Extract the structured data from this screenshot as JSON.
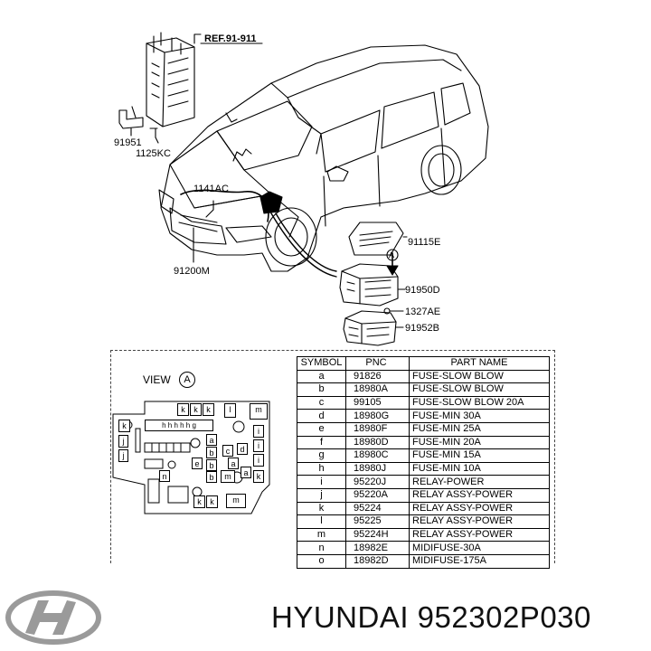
{
  "callouts": {
    "ref": "REF.91-911",
    "bracket": "91951",
    "bolt": "1125KC",
    "engine_harness": "1141AC",
    "front_harness": "91200M",
    "cover": "91115E",
    "junction_box": "91950D",
    "nut": "1327AE",
    "lower_box": "91952B"
  },
  "view": {
    "label": "VIEW",
    "letter": "A",
    "arrow_letter": "A"
  },
  "box_labels": {
    "k1": "k",
    "k2": "k",
    "k3": "k",
    "l1": "l",
    "m1": "m",
    "k4": "k",
    "j1": "j",
    "j2": "j",
    "i1": "i",
    "i2": "i",
    "i3": "i",
    "k5": "k",
    "a1": "a",
    "b1": "b",
    "c1": "c",
    "d1": "d",
    "e1": "e",
    "b2": "b",
    "a2": "a",
    "b3": "b",
    "a3": "a",
    "h_row": "h h h h h g",
    "k6": "k",
    "k7": "k",
    "m2": "m",
    "m3": "m",
    "n1": "n"
  },
  "parts_table": {
    "headers": [
      "SYMBOL",
      "PNC",
      "PART NAME"
    ],
    "rows": [
      [
        "a",
        "91826",
        "FUSE-SLOW BLOW"
      ],
      [
        "b",
        "18980A",
        "FUSE-SLOW BLOW"
      ],
      [
        "c",
        "99105",
        "FUSE-SLOW BLOW 20A"
      ],
      [
        "d",
        "18980G",
        "FUSE-MIN 30A"
      ],
      [
        "e",
        "18980F",
        "FUSE-MIN 25A"
      ],
      [
        "f",
        "18980D",
        "FUSE-MIN 20A"
      ],
      [
        "g",
        "18980C",
        "FUSE-MIN 15A"
      ],
      [
        "h",
        "18980J",
        "FUSE-MIN 10A"
      ],
      [
        "i",
        "95220J",
        "RELAY-POWER"
      ],
      [
        "j",
        "95220A",
        "RELAY ASSY-POWER"
      ],
      [
        "k",
        "95224",
        "RELAY ASSY-POWER"
      ],
      [
        "l",
        "95225",
        "RELAY ASSY-POWER"
      ],
      [
        "m",
        "95224H",
        "RELAY ASSY-POWER"
      ],
      [
        "n",
        "18982E",
        "MIDIFUSE-30A"
      ],
      [
        "o",
        "18982D",
        "MIDIFUSE-175A"
      ]
    ]
  },
  "brand": {
    "text": "HYUNDAI 952302P030",
    "logo": "hyundai-logo-icon"
  },
  "colors": {
    "line": "#000000",
    "logo": "#9a9a9a",
    "brand_text": "#111111"
  }
}
